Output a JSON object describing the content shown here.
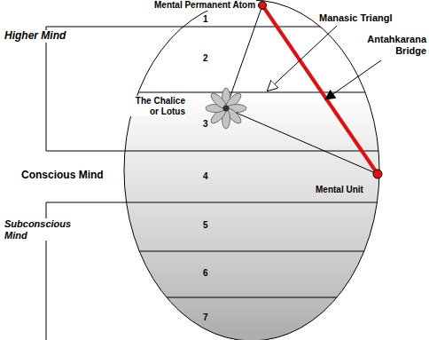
{
  "diagram": {
    "labels": [
      "Mental Permanent Atom",
      "Manasic Triangl",
      "Higher Mind",
      "1",
      "2",
      "Antahkarana Bridge",
      "The Chalice or Lotus",
      "3",
      "Conscious Mind",
      "4",
      "Mental Unit",
      "5",
      "Subconscious Mind",
      "6",
      "7"
    ]
  }
}
